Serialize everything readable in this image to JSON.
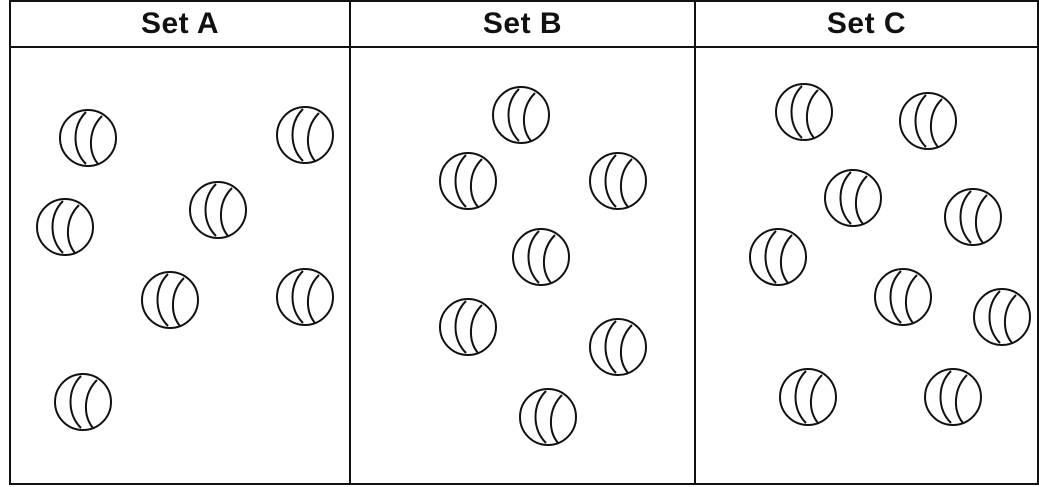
{
  "sets": [
    {
      "title": "Set A",
      "count": 7
    },
    {
      "title": "Set B",
      "count": 7
    },
    {
      "title": "Set C",
      "count": 9
    }
  ],
  "icon": "tennis-ball-icon"
}
